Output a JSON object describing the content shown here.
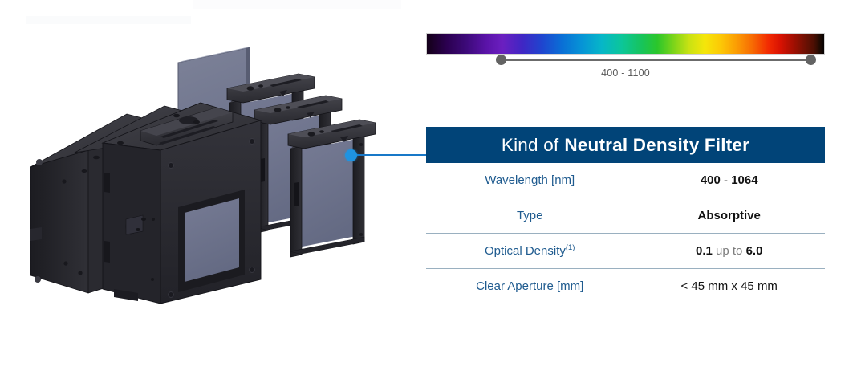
{
  "spectrum": {
    "range_label": "400 - 1100",
    "slider_min_pos_pct": 19,
    "slider_max_pos_pct": 98,
    "bar_colors": [
      "#140018",
      "#6b1fc0",
      "#0a6fd6",
      "#0cc69a",
      "#2bc62b",
      "#f5e60a",
      "#f76a03",
      "#d81202",
      "#1d0a02"
    ]
  },
  "callout": {
    "dot_color": "#1f93e0",
    "line_color": "#1878c8"
  },
  "spec_table": {
    "header": {
      "prefix": "Kind of",
      "title": "Neutral Density Filter",
      "background_color": "#014478",
      "text_color": "#ffffff"
    },
    "rows": [
      {
        "label": "Wavelength [nm]",
        "label_sup": "",
        "value_parts": [
          {
            "text": "400",
            "style": "bold"
          },
          {
            "text": " - ",
            "style": "muted"
          },
          {
            "text": "1064",
            "style": "bold"
          }
        ]
      },
      {
        "label": "Type",
        "label_sup": "",
        "value_parts": [
          {
            "text": "Absorptive",
            "style": "bold"
          }
        ]
      },
      {
        "label": "Optical Density",
        "label_sup": "(1)",
        "value_parts": [
          {
            "text": "0.1",
            "style": "bold"
          },
          {
            "text": " up to ",
            "style": "muted"
          },
          {
            "text": "6.0",
            "style": "bold"
          }
        ]
      },
      {
        "label": "Clear Aperture [mm]",
        "label_sup": "",
        "value_parts": [
          {
            "text": "< 45 mm x 45 mm",
            "style": "plain"
          }
        ]
      }
    ],
    "label_color": "#1f5b8f",
    "divider_color": "#9ab0c0"
  },
  "illustration": {
    "alt": "Exploded CAD render of a filter wheel housing with three neutral density filter frames and one glass plate",
    "body_color": "#2b2b2f",
    "glass_color": "#6e738c"
  }
}
